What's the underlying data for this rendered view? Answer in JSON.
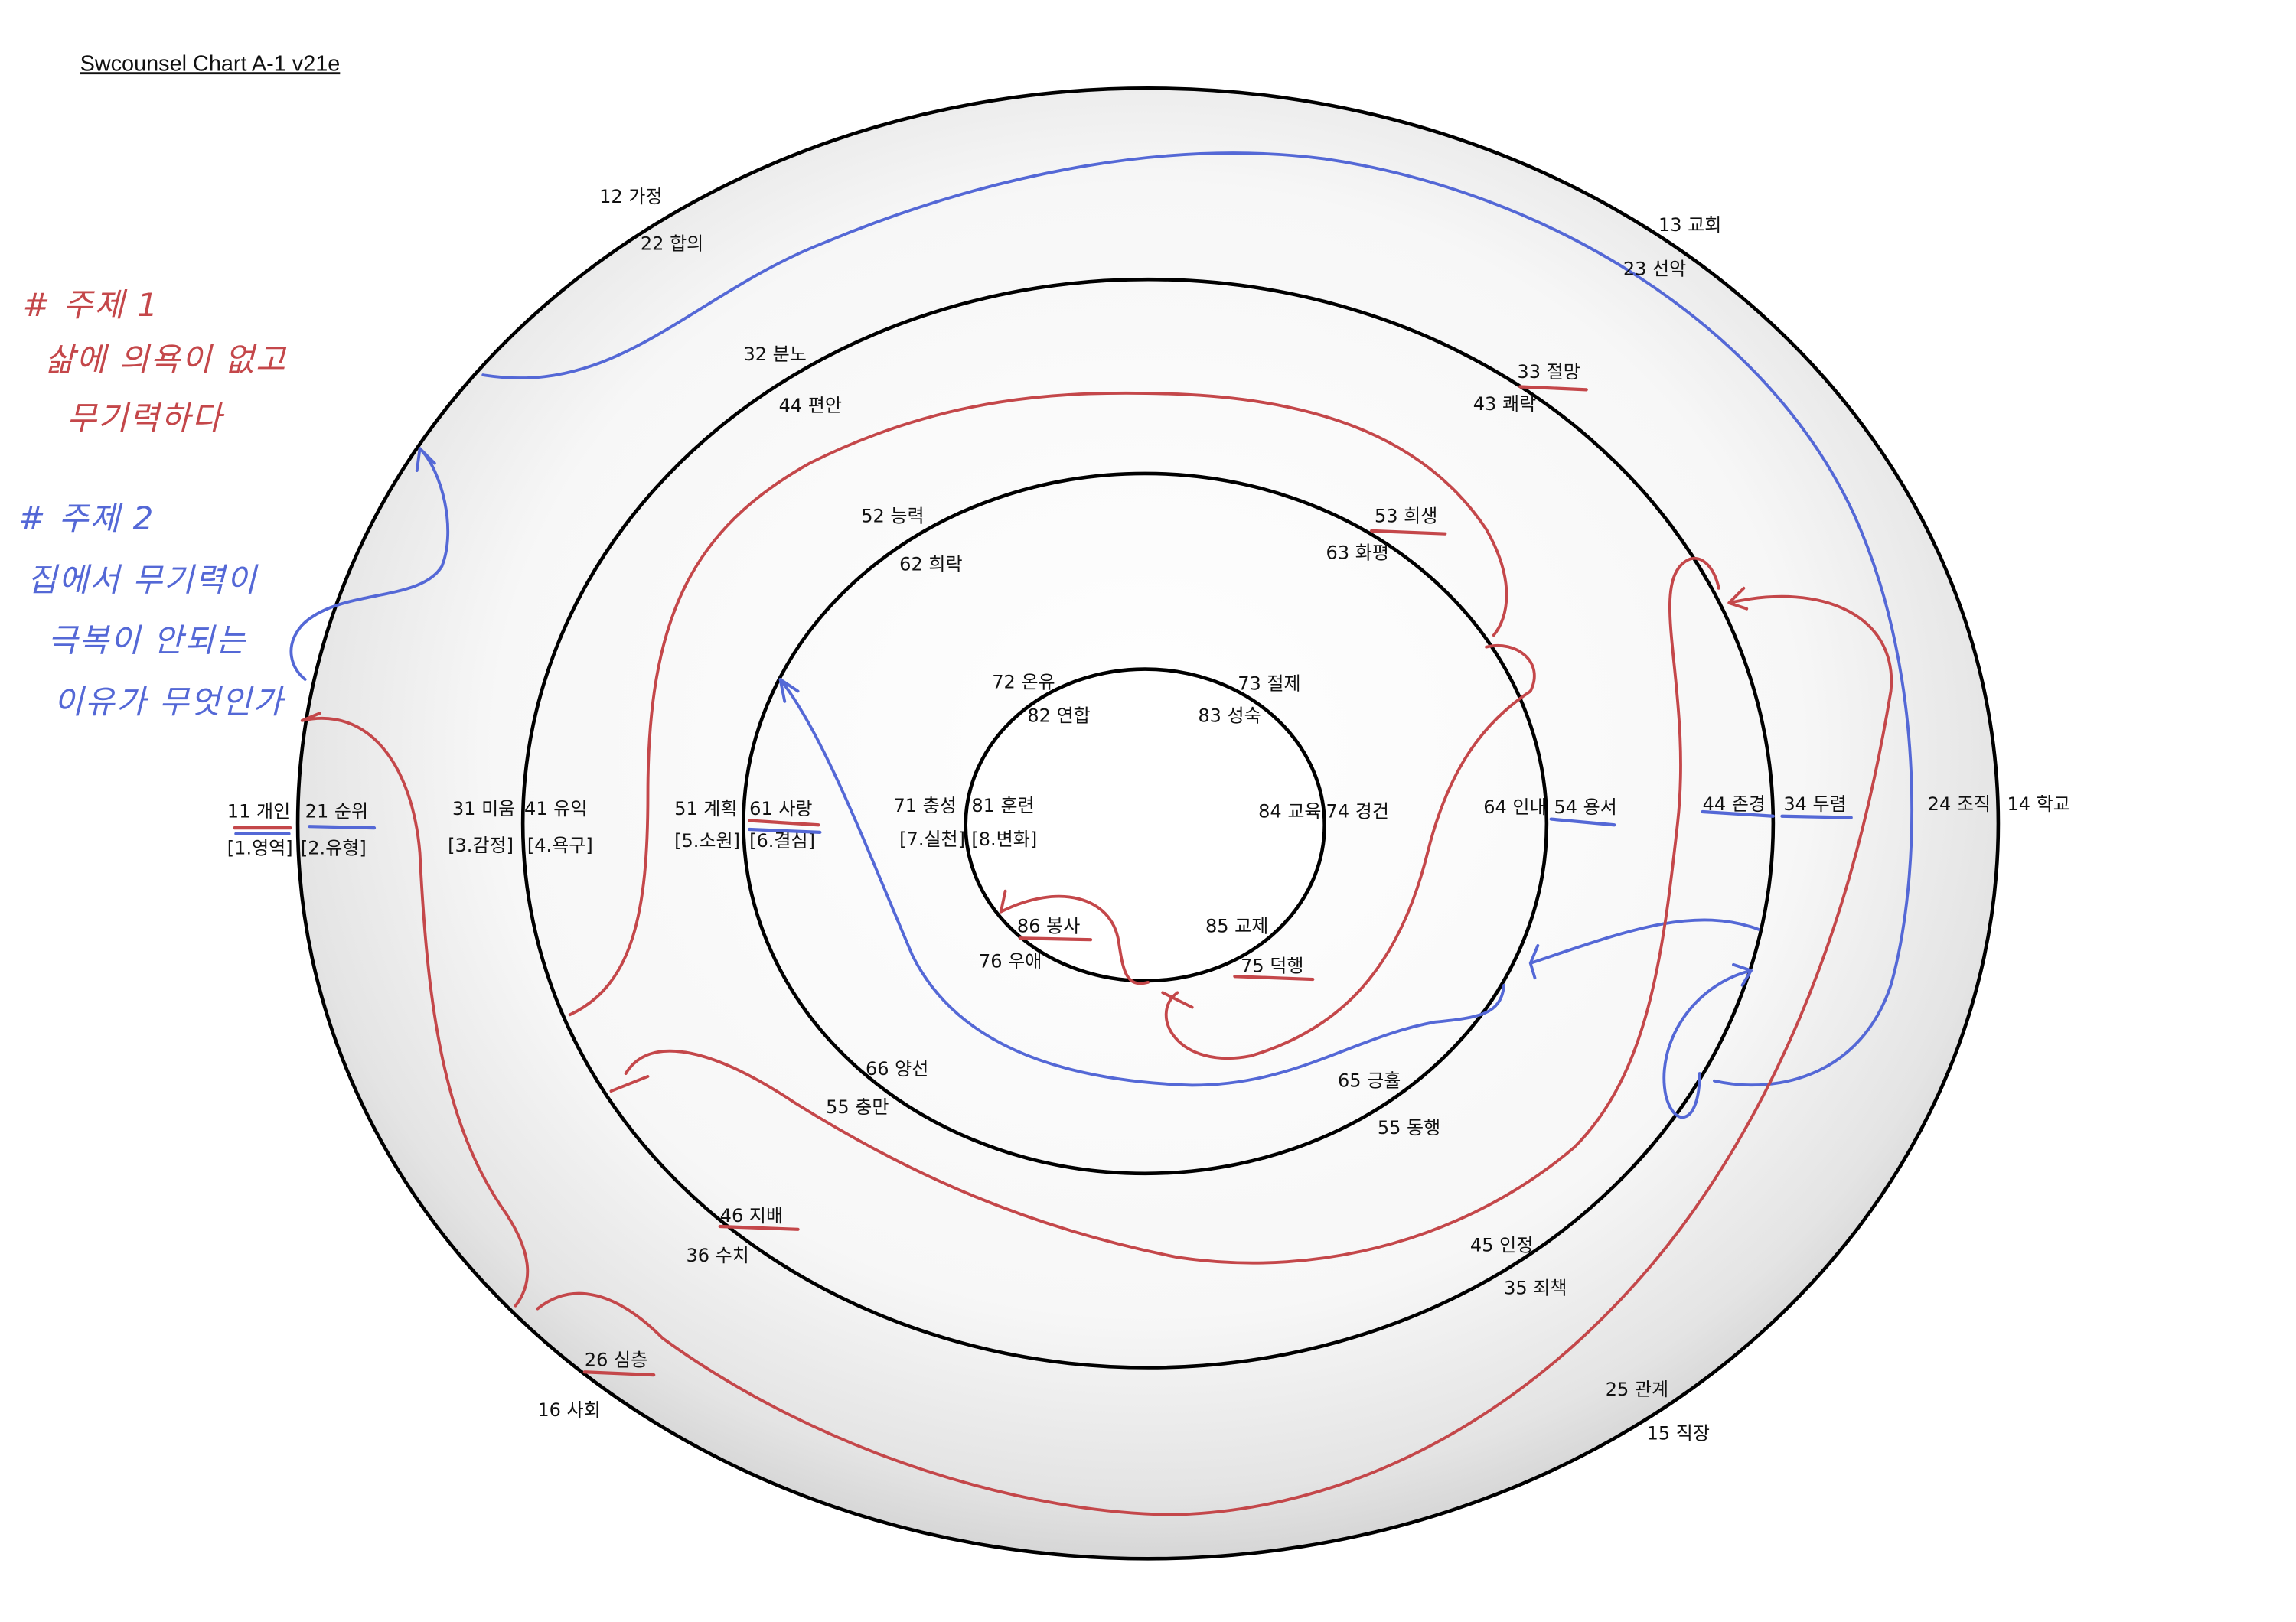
{
  "title": "Swcounsel Chart A-1 v21e",
  "colors": {
    "red_ink": "#c4474a",
    "blue_ink": "#5468d6",
    "ring": "#000000"
  },
  "notes": {
    "topic1": {
      "heading": "# 주제 1",
      "lines": [
        "삶에 의욕이 없고",
        "무기력하다"
      ]
    },
    "topic2": {
      "heading": "# 주제 2",
      "lines": [
        "집에서 무기력이",
        "극복이 안되는",
        "이유가 무엇인가"
      ]
    }
  },
  "labels": [
    "12 가정",
    "22 합의",
    "13 교회",
    "23 선악",
    "32 분노",
    "44 편안",
    "33 절망",
    "43 쾌락",
    "52 능력",
    "62 희락",
    "53 희생",
    "63 화평",
    "72 온유",
    "82 연합",
    "73 절제",
    "83 성숙",
    "11 개인",
    "21 순위",
    "[1.영역]",
    "[2.유형]",
    "31 미움",
    "41 유익",
    "[3.감정]",
    "[4.욕구]",
    "51 계획",
    "61 사랑",
    "[5.소원]",
    "[6.결심]",
    "71 충성",
    "81 훈련",
    "[7.실천]",
    "[8.변화]",
    "84 교육",
    "74 경건",
    "64 인내",
    "54 용서",
    "44 존경",
    "34 두렴",
    "24 조직",
    "14 학교",
    "86 봉사",
    "85 교제",
    "76 우애",
    "75 덕행",
    "66 양선",
    "55 충만",
    "65 긍휼",
    "55 동행",
    "46 지배",
    "36 수치",
    "45 인정",
    "35 죄책",
    "26 심층",
    "16 사회",
    "25 관계",
    "15 직장"
  ]
}
